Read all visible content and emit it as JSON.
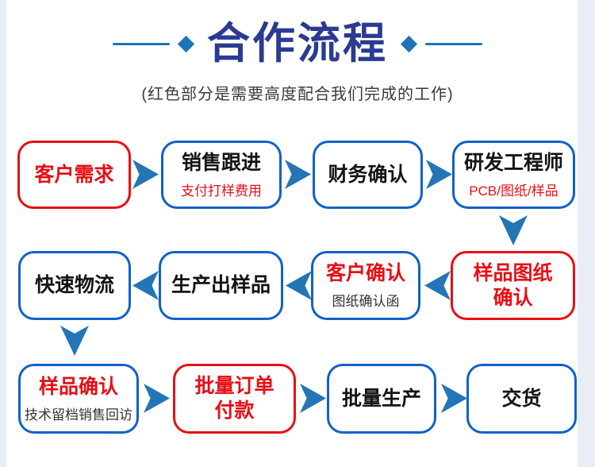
{
  "page": {
    "background": "#ffffff",
    "gutter_color": "#e9eef6"
  },
  "colors": {
    "navy": "#2b3a92",
    "ornament": "#1e73b8",
    "blue_border": "#1061c9",
    "red": "#e60f15",
    "arrow": "#2475b6",
    "dark_text": "#141414",
    "gray_text": "#333333",
    "gutter": "#e9eef6",
    "subtitle_text": "#3a3a3a"
  },
  "icons": {
    "diamond": "◆",
    "arrow_right": "▶",
    "arrow_left": "◀",
    "arrow_down": "▼"
  },
  "header": {
    "title": "合作流程",
    "subtitle": "(红色部分是需要高度配合我们完成的工作)"
  },
  "flow": {
    "nodes": [
      {
        "title": "客户需求",
        "style": "red-box",
        "title_style": "red"
      },
      {
        "title": "销售跟进",
        "subtitle": "支付打样费用",
        "style": "blue-box",
        "title_style": "dark",
        "subtitle_style": "red"
      },
      {
        "title": "财务确认",
        "style": "blue-box",
        "title_style": "dark"
      },
      {
        "title": "研发工程师",
        "subtitle": "PCB/图纸/样品",
        "style": "blue-box",
        "title_style": "dark",
        "subtitle_style": "red"
      },
      {
        "title": "快速物流",
        "style": "blue-box",
        "title_style": "dark"
      },
      {
        "title": "生产出样品",
        "style": "blue-box",
        "title_style": "dark"
      },
      {
        "title": "客户确认",
        "subtitle": "图纸确认函",
        "style": "blue-box",
        "title_style": "red",
        "subtitle_style": "gray"
      },
      {
        "title": "样品图纸",
        "title_line2": "确认",
        "style": "red-box",
        "title_style": "red"
      },
      {
        "title": "样品确认",
        "subtitle": "技术留档销售回访",
        "style": "blue-box",
        "title_style": "red",
        "subtitle_style": "gray"
      },
      {
        "title": "批量订单",
        "title_line2": "付款",
        "style": "red-box",
        "title_style": "red"
      },
      {
        "title": "批量生产",
        "style": "blue-box",
        "title_style": "dark"
      },
      {
        "title": "交货",
        "style": "blue-box",
        "title_style": "dark"
      }
    ]
  }
}
